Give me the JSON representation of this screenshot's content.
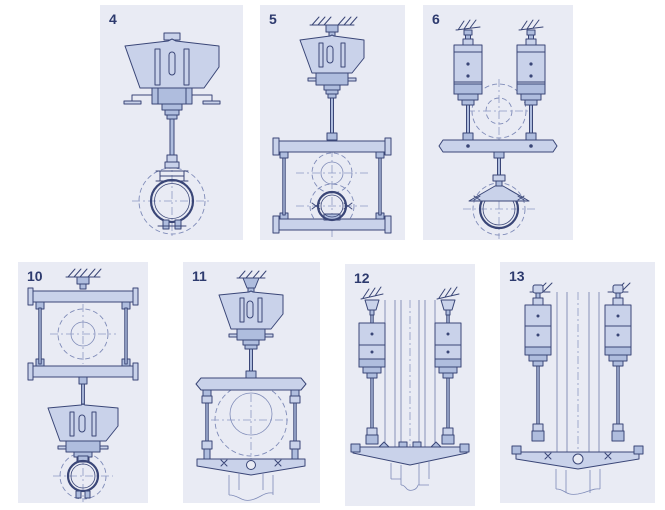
{
  "figure": {
    "kind": "pipe-hanger-assembly-configurations",
    "rows": 2
  },
  "colors": {
    "page_bg": "#ffffff",
    "panel_bg": "#e9ebf4",
    "outline": "#3a4677",
    "fill_light": "#c9d2ea",
    "fill_mid": "#afbdde",
    "label_text": "#2d3a6e",
    "centerline": "#8d99c4",
    "dashed_circle": "#7f8bb8"
  },
  "panels": [
    {
      "label": "4",
      "drawing": "constant-hanger-on-steel-with-two-bolt-pipe-clamp"
    },
    {
      "label": "5",
      "drawing": "constant-hanger-with-trapeze-frame-and-clamped-pipe"
    },
    {
      "label": "6",
      "drawing": "two-spring-hangers-with-traverse-and-riser-clamp"
    },
    {
      "label": "10",
      "drawing": "trapeze-frame-with-constant-hanger-and-pipe-clamp"
    },
    {
      "label": "11",
      "drawing": "constant-hanger-with-beam-and-pipe-cradle"
    },
    {
      "label": "12",
      "drawing": "two-spring-hangers-with-riser-support-beam"
    },
    {
      "label": "13",
      "drawing": "two-spring-hangers-with-bolted-riser-support-beam"
    }
  ]
}
